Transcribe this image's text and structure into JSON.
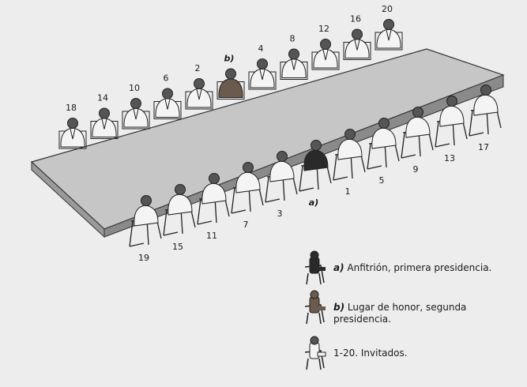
{
  "diagram": {
    "back_row_numbers": [
      "18",
      "14",
      "10",
      "6",
      "2",
      "b)",
      "4",
      "8",
      "12",
      "16",
      "20"
    ],
    "front_row_numbers": [
      "19",
      "15",
      "11",
      "7",
      "3",
      "a)",
      "1",
      "5",
      "9",
      "13",
      "17"
    ],
    "host_seat": "a)",
    "honor_seat": "b)"
  },
  "legend": [
    {
      "tag": "a)",
      "text": "Anfitrión, primera presidencia.",
      "icon": "dark-suit-figure-icon"
    },
    {
      "tag": "b)",
      "text": "Lugar de honor, segunda presidencia.",
      "icon": "medium-suit-figure-icon"
    },
    {
      "tag": "",
      "text": "1-20. Invitados.",
      "icon": "light-suit-figure-icon"
    }
  ],
  "colors": {
    "background": "#ededed",
    "table_top": "#c4c4c4",
    "table_side": "#8a8a8a",
    "host_suit": "#2a2a2a",
    "honor_suit": "#6b5a4e",
    "guest_suit": "#f4f4f4",
    "outline": "#222222"
  }
}
